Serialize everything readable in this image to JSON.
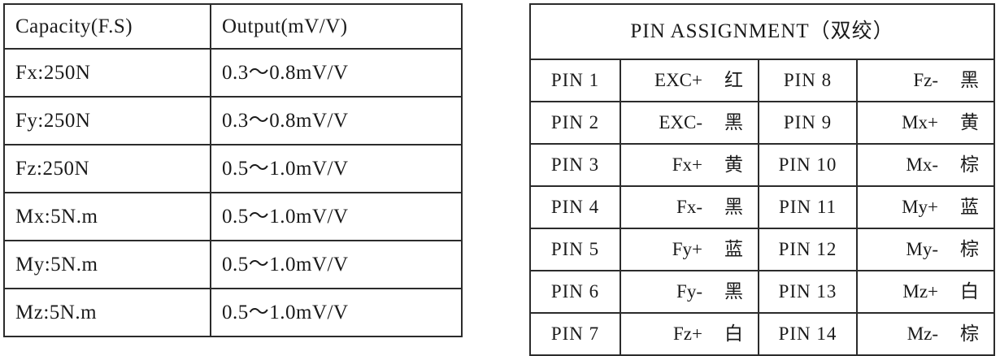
{
  "capacity_table": {
    "headers": [
      "Capacity(F.S)",
      "Output(mV/V)"
    ],
    "rows": [
      {
        "param": "Fx:250N",
        "output": "0.3～0.8mV/V"
      },
      {
        "param": "Fy:250N",
        "output": "0.3～0.8mV/V"
      },
      {
        "param": "Fz:250N",
        "output": "0.5～1.0mV/V"
      },
      {
        "param": "Mx:5N.m",
        "output": "0.5～1.0mV/V"
      },
      {
        "param": "My:5N.m",
        "output": "0.5～1.0mV/V"
      },
      {
        "param": "Mz:5N.m",
        "output": "0.5～1.0mV/V"
      }
    ]
  },
  "pin_table": {
    "title": "PIN ASSIGNMENT（双绞）",
    "rows": [
      {
        "pin_a": "PIN 1",
        "sig_a": "EXC+",
        "color_a": "红",
        "pin_b": "PIN 8",
        "sig_b": "Fz-",
        "color_b": "黑"
      },
      {
        "pin_a": "PIN 2",
        "sig_a": "EXC-",
        "color_a": "黑",
        "pin_b": "PIN 9",
        "sig_b": "Mx+",
        "color_b": "黄"
      },
      {
        "pin_a": "PIN 3",
        "sig_a": "Fx+",
        "color_a": "黄",
        "pin_b": "PIN 10",
        "sig_b": "Mx-",
        "color_b": "棕"
      },
      {
        "pin_a": "PIN 4",
        "sig_a": "Fx-",
        "color_a": "黑",
        "pin_b": "PIN 11",
        "sig_b": "My+",
        "color_b": "蓝"
      },
      {
        "pin_a": "PIN 5",
        "sig_a": "Fy+",
        "color_a": "蓝",
        "pin_b": "PIN 12",
        "sig_b": "My-",
        "color_b": "棕"
      },
      {
        "pin_a": "PIN 6",
        "sig_a": "Fy-",
        "color_a": "黑",
        "pin_b": "PIN 13",
        "sig_b": "Mz+",
        "color_b": "白"
      },
      {
        "pin_a": "PIN 7",
        "sig_a": "Fz+",
        "color_a": "白",
        "pin_b": "PIN 14",
        "sig_b": "Mz-",
        "color_b": "棕"
      }
    ]
  }
}
